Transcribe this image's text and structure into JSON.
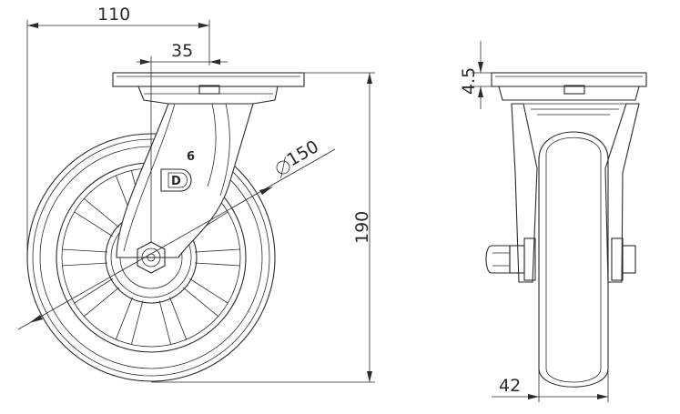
{
  "drawing": {
    "dimensions": {
      "overall_reach": "110",
      "offset": "35",
      "wheel_diameter": "150",
      "overall_height": "190",
      "plate_thickness": "4.5",
      "wheel_width": "42"
    },
    "wheel_logo_letter": "D",
    "fork_marking": "6"
  }
}
